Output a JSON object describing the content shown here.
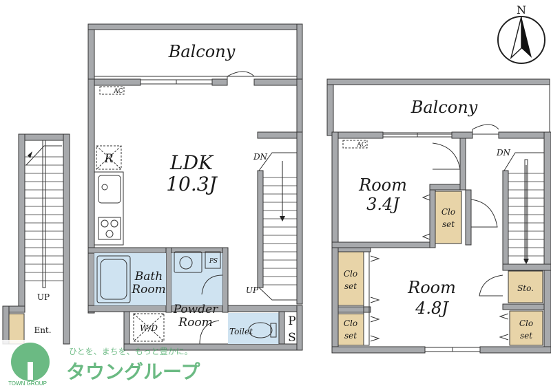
{
  "north": {
    "label": "N"
  },
  "rooms": {
    "balcony_left": "Balcony",
    "balcony_right": "Balcony",
    "ldk_name": "LDK",
    "ldk_size": "10.3J",
    "room1_name": "Room",
    "room1_size": "3.4J",
    "room2_name": "Room",
    "room2_size": "4.8J",
    "bath_line1": "Bath",
    "bath_line2": "Room",
    "powder_line1": "Powder",
    "powder_line2": "Room",
    "toilet": "Toilet",
    "entrance": "Ent.",
    "washer": "W/D",
    "fridge": "R",
    "ps_small": "PS",
    "ps_tall_1": "P",
    "ps_tall_2": "S",
    "ac_1": "AC",
    "ac_2": "AC",
    "closet_top_1": "Clo",
    "closet_top_2": "set",
    "closet_l1_1": "Clo",
    "closet_l1_2": "set",
    "closet_l2_1": "Clo",
    "closet_l2_2": "set",
    "closet_r_1": "Clo",
    "closet_r_2": "set",
    "storage": "Sto."
  },
  "stairs": {
    "up_left": "UP",
    "dn_mid": "DN",
    "up_mid": "UP",
    "dn_right": "DN"
  },
  "brand": {
    "tagline": "ひとを、まちを、もっと豊かに。",
    "name": "タウングループ",
    "logo_text": "TOWN GROUP",
    "color": "#3aa35a"
  }
}
